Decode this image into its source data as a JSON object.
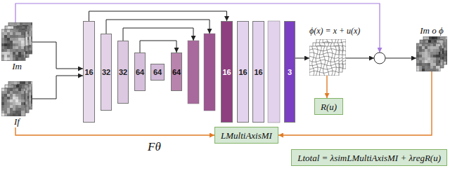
{
  "diagram": {
    "nodes": [
      {
        "text": [
          "Im"
        ]
      },
      {
        "text": [
          "If"
        ]
      },
      {
        "text": [
          "16"
        ]
      },
      {
        "text": [
          "32"
        ]
      },
      {
        "text": [
          "32"
        ]
      },
      {
        "text": [
          "64"
        ]
      },
      {
        "text": [
          "64"
        ]
      },
      {
        "text": [
          "64"
        ]
      },
      {
        "text": [
          "16"
        ]
      },
      {
        "text": [
          "16"
        ]
      },
      {
        "text": [
          "16"
        ]
      },
      {
        "text": [
          "3"
        ]
      },
      {
        "text": [
          "ϕ(x) = x + u(x)"
        ]
      },
      {
        "text": [
          "R(u)"
        ]
      },
      {
        "text": [
          "Im o ϕ"
        ]
      },
      {
        "text": [
          "LMultiAxisMI"
        ]
      },
      {
        "text": [
          "Ltotal = λsimLMultiAxisMI + λregR(u)"
        ]
      }
    ],
    "edges": [
      {
        "from": 0,
        "to": 2,
        "arrow": "to"
      },
      {
        "from": 1,
        "to": 2,
        "arrow": "to"
      },
      {
        "from": 2,
        "to": 8,
        "arrow": "to"
      },
      {
        "from": 5,
        "to": 7,
        "arrow": "to"
      },
      {
        "from": 11,
        "to": 12,
        "arrow": "to"
      },
      {
        "from": 12,
        "to": 13,
        "arrow": "to"
      },
      {
        "from": 14,
        "to": 15,
        "arrow": "to"
      },
      {
        "from": 1,
        "to": 15,
        "arrow": "to"
      }
    ],
    "labels": [
      "Fθ"
    ]
  }
}
